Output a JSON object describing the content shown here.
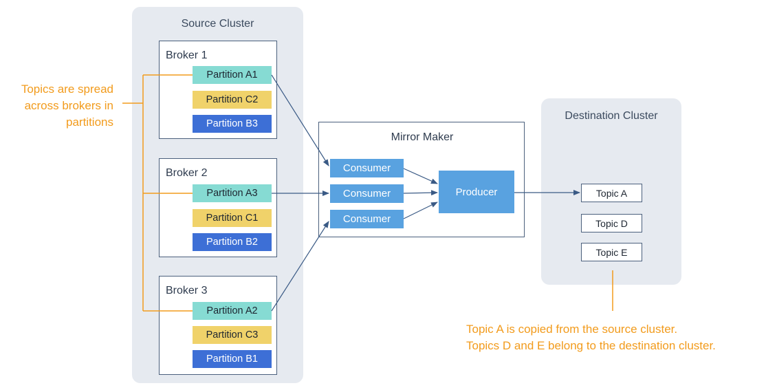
{
  "source": {
    "title": "Source Cluster",
    "brokers": [
      {
        "label": "Broker 1",
        "partitions": [
          "Partition A1",
          "Partition C2",
          "Partition B3"
        ]
      },
      {
        "label": "Broker 2",
        "partitions": [
          "Partition A3",
          "Partition C1",
          "Partition B2"
        ]
      },
      {
        "label": "Broker 3",
        "partitions": [
          "Partition A2",
          "Partition C3",
          "Partition B1"
        ]
      }
    ]
  },
  "mirror_maker": {
    "title": "Mirror Maker",
    "consumers": [
      "Consumer",
      "Consumer",
      "Consumer"
    ],
    "producer": "Producer"
  },
  "destination": {
    "title": "Destination Cluster",
    "topics": [
      "Topic A",
      "Topic D",
      "Topic E"
    ]
  },
  "annotations": {
    "left": [
      "Topics are spread",
      "across brokers in",
      "partitions"
    ],
    "bottom": [
      "Topic A is copied from the source cluster.",
      "Topics D and E belong to the destination cluster."
    ]
  },
  "colors": {
    "partition_a": "#86dbd3",
    "partition_c": "#f0d26a",
    "partition_b": "#3d6fd6",
    "consumer": "#59a2e0",
    "annotation": "#f29b1c",
    "cluster_bg": "#e6eaf0",
    "arrow": "#3a5a85"
  }
}
